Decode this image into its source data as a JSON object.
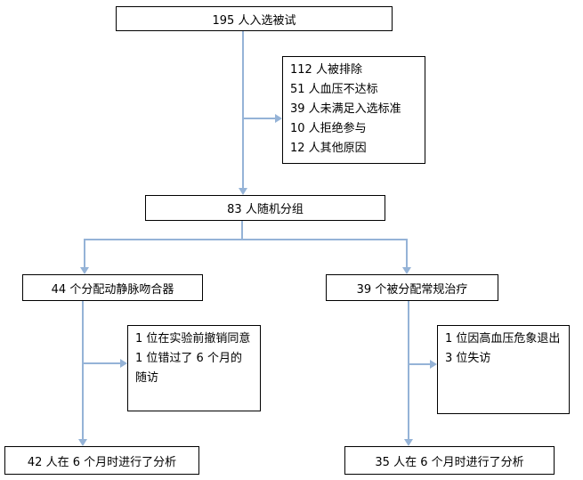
{
  "colors": {
    "connector": "#95B3D7",
    "box_border": "#000000",
    "background": "#FFFFFF",
    "text": "#000000"
  },
  "flowchart": {
    "enrollment": {
      "label": "195 人入选被试"
    },
    "exclusion": {
      "lines": [
        "112 人被排除",
        "51 人血压不达标",
        "39 人未满足入选标准",
        "10 人拒绝参与",
        "12 人其他原因"
      ]
    },
    "randomization": {
      "label": "83 人随机分组"
    },
    "arm_left": {
      "label": "44 个分配动静脉吻合器"
    },
    "arm_right": {
      "label": "39 个被分配常规治疗"
    },
    "dropout_left": {
      "lines": [
        "1 位在实验前撤销同意",
        "1 位错过了 6 个月的随访"
      ]
    },
    "dropout_right": {
      "lines": [
        "1 位因高血压危象退出",
        "3 位失访"
      ]
    },
    "analysis_left": {
      "label": "42 人在 6 个月时进行了分析"
    },
    "analysis_right": {
      "label": "35 人在 6 个月时进行了分析"
    }
  }
}
